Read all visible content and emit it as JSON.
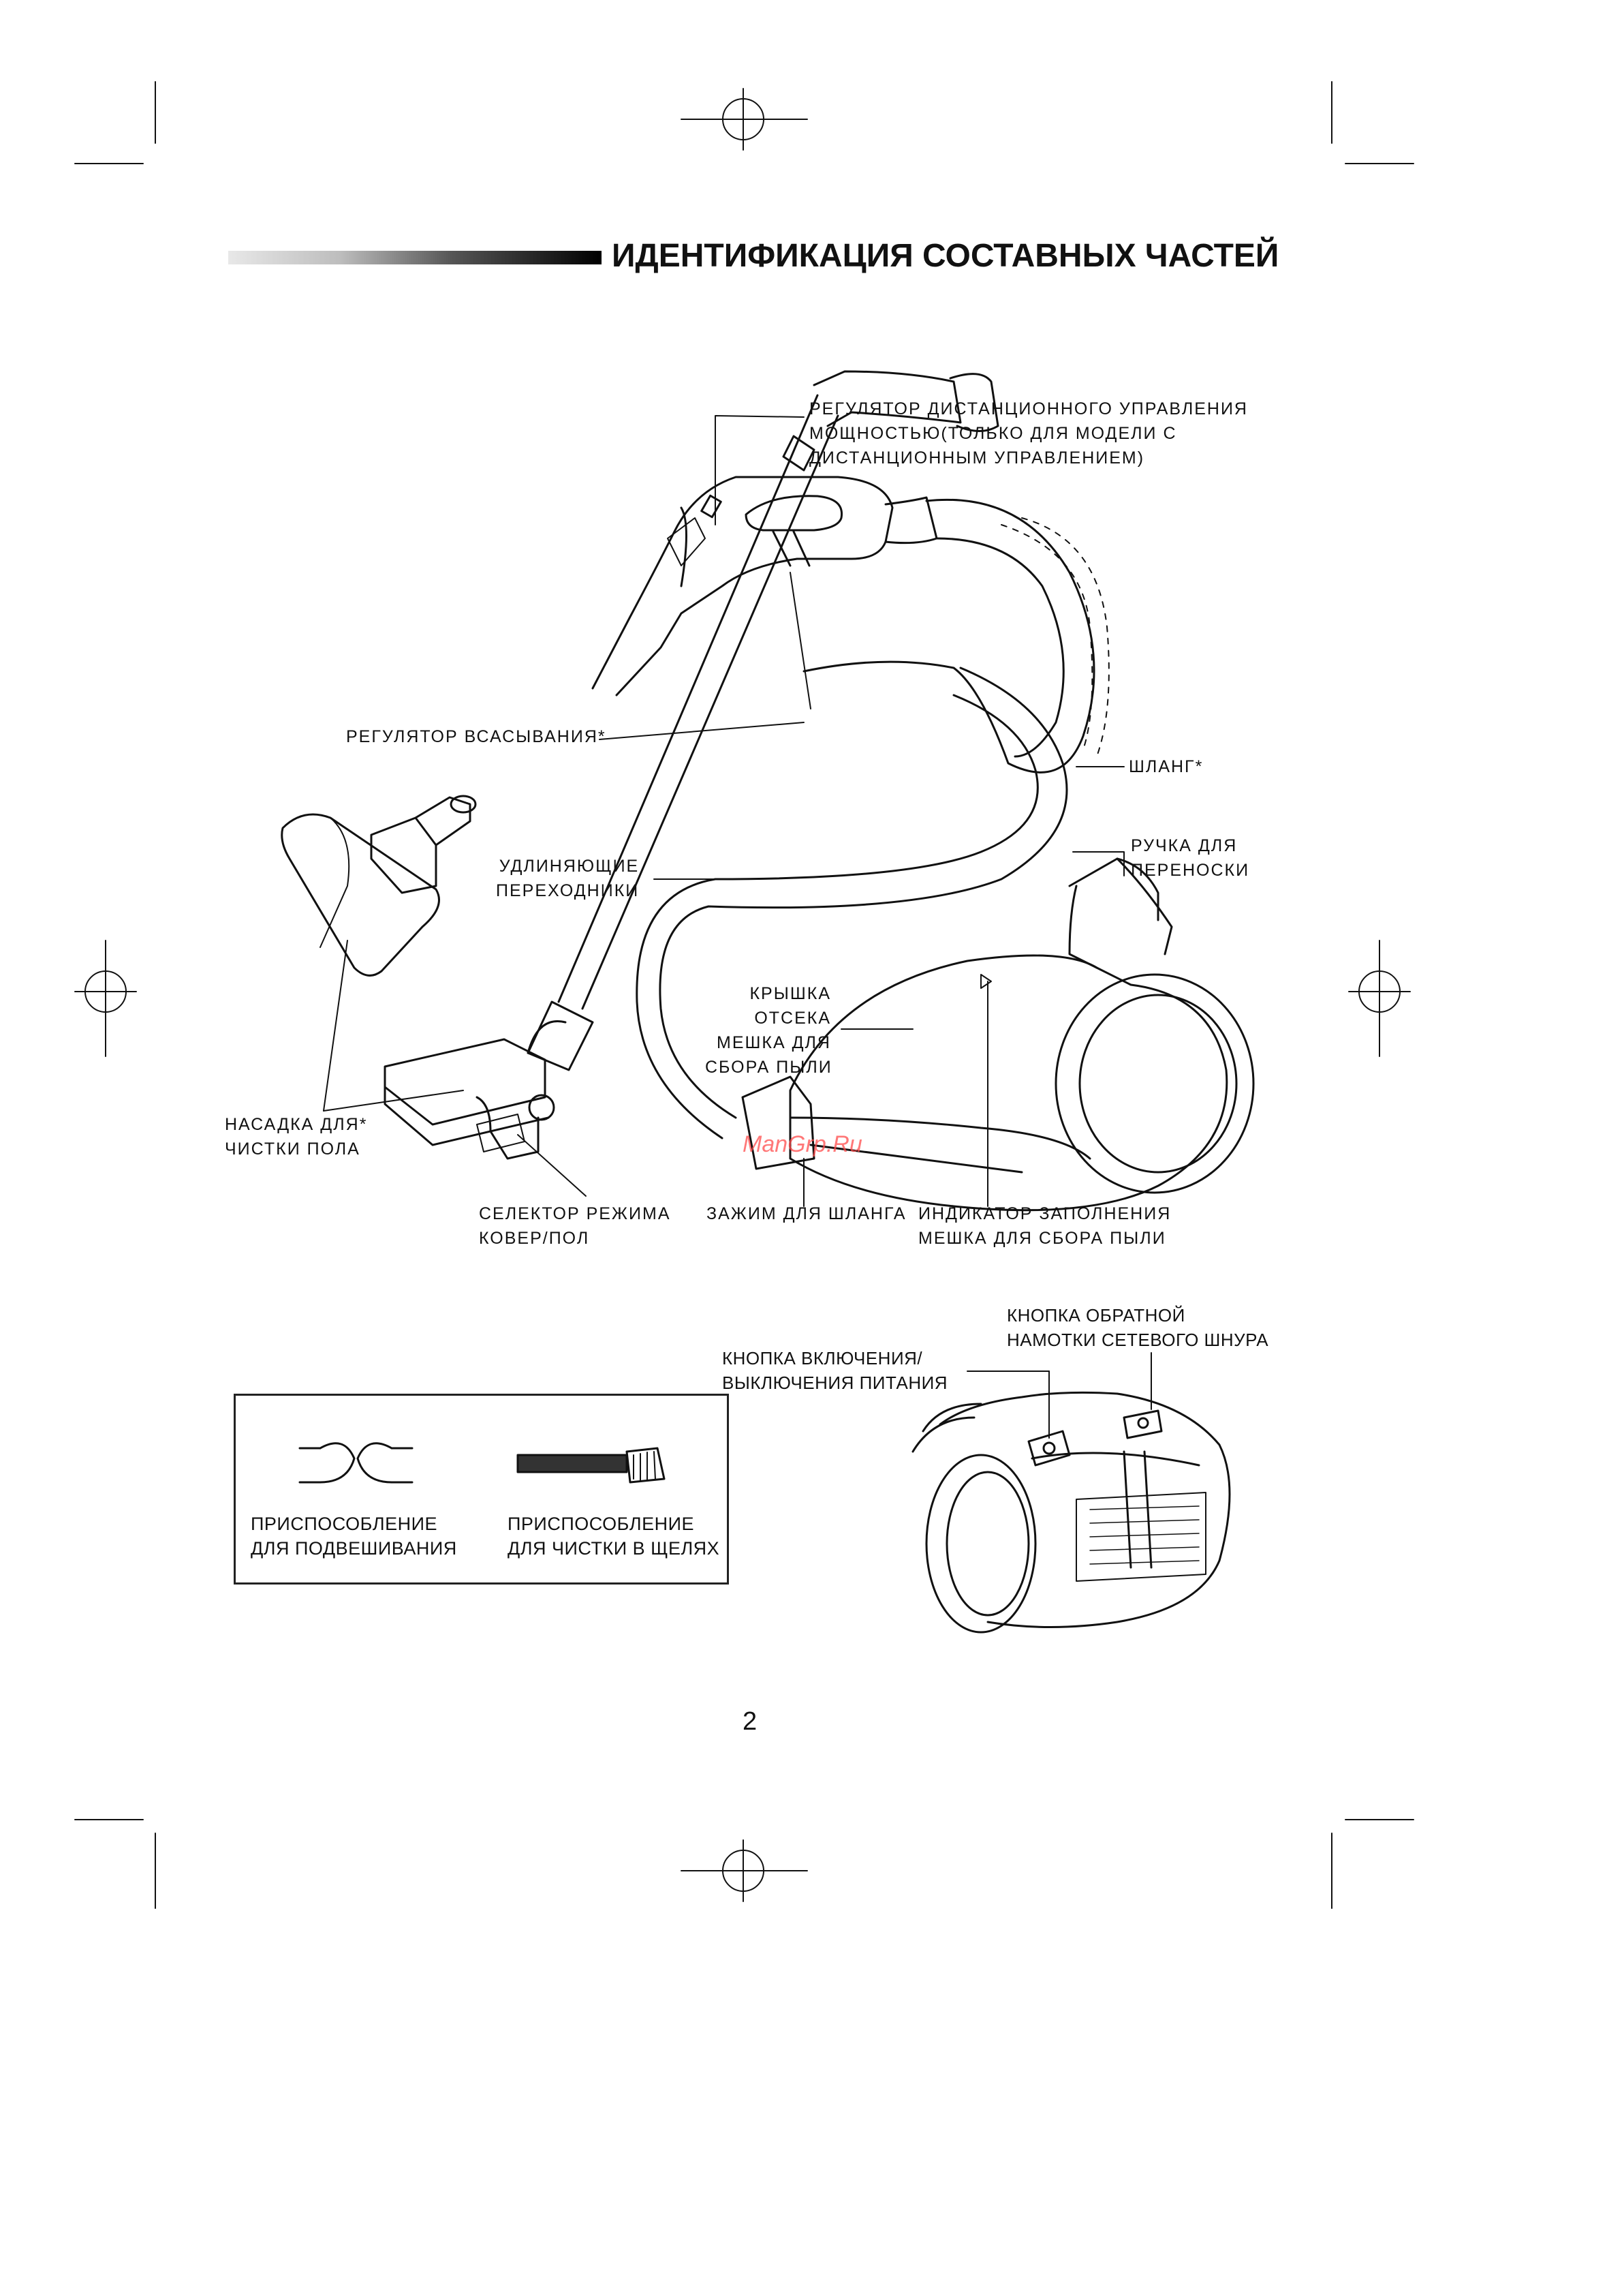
{
  "title": "ИДЕНТИФИКАЦИЯ СОСТАВНЫХ ЧАСТЕЙ",
  "page_number": "2",
  "watermark": "ManGrp.Ru",
  "labels": {
    "remote_control": [
      "РЕГУЛЯТОР ДИСТАНЦИОННОГО УПРАВЛЕНИЯ",
      "МОЩНОСТЬЮ(ТОЛЬКО ДЛЯ МОДЕЛИ С",
      "ДИСТАНЦИОННЫМ УПРАВЛЕНИЕМ)"
    ],
    "suction_regulator": "РЕГУЛЯТОР ВСАСЫВАНИЯ*",
    "hose": "ШЛАНГ*",
    "carry_handle": [
      "РУЧКА ДЛЯ",
      "ПЕРЕНОСКИ"
    ],
    "extension_tubes": [
      "УДЛИНЯЮЩИЕ",
      "ПЕРЕХОДНИКИ"
    ],
    "dust_cover": [
      "КРЫШКА",
      "ОТСЕКА",
      "МЕШКА ДЛЯ",
      "СБОРА ПЫЛИ"
    ],
    "floor_nozzle": [
      "НАСАДКА ДЛЯ*",
      "ЧИСТКИ ПОЛА"
    ],
    "mode_selector": [
      "СЕЛЕКТОР РЕЖИМА",
      "КОВЕР/ПОЛ"
    ],
    "hose_clamp": "ЗАЖИМ ДЛЯ ШЛАНГА",
    "fill_indicator": [
      "ИНДИКАТОР ЗАПОЛНЕНИЯ",
      "МЕШКА ДЛЯ СБОРА ПЫЛИ"
    ],
    "power_button": [
      "КНОПКА ВКЛЮЧЕНИЯ/",
      "ВЫКЛЮЧЕНИЯ ПИТАНИЯ"
    ],
    "cord_rewind": [
      "КНОПКА ОБРАТНОЙ",
      "НАМОТКИ СЕТЕВОГО ШНУРА"
    ]
  },
  "accessories": {
    "hanger": [
      "ПРИСПОСОБЛЕНИЕ",
      "ДЛЯ ПОДВЕШИВАНИЯ"
    ],
    "crevice": [
      "ПРИСПОСОБЛЕНИЕ",
      "ДЛЯ ЧИСТКИ В ЩЕЛЯХ"
    ]
  }
}
